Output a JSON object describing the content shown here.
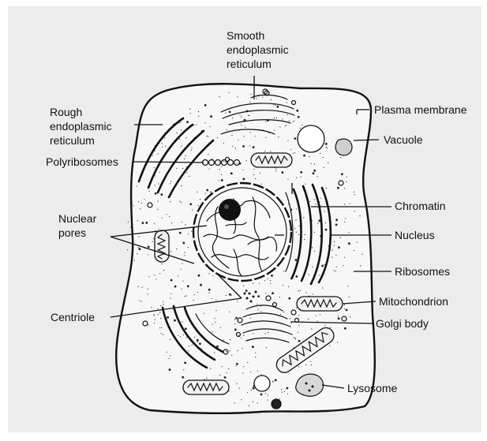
{
  "labels": {
    "smooth_er": [
      "Smooth",
      "endoplasmic",
      "reticulum"
    ],
    "rough_er": [
      "Rough",
      "endoplasmic",
      "reticulum"
    ],
    "polyribosomes": "Polyribosomes",
    "nuclear_pores": [
      "Nuclear",
      "pores"
    ],
    "centriole": "Centriole",
    "plasma_membrane": "Plasma membrane",
    "vacuole": "Vacuole",
    "chromatin": "Chromatin",
    "nucleus": "Nucleus",
    "ribosomes": "Ribosomes",
    "mitochondrion": "Mitochondrion",
    "golgi_body": "Golgi body",
    "lysosome": "Lysosome"
  },
  "colors": {
    "background": "#ececec",
    "cell_fill": "#f7f7f7",
    "ink": "#111111"
  }
}
